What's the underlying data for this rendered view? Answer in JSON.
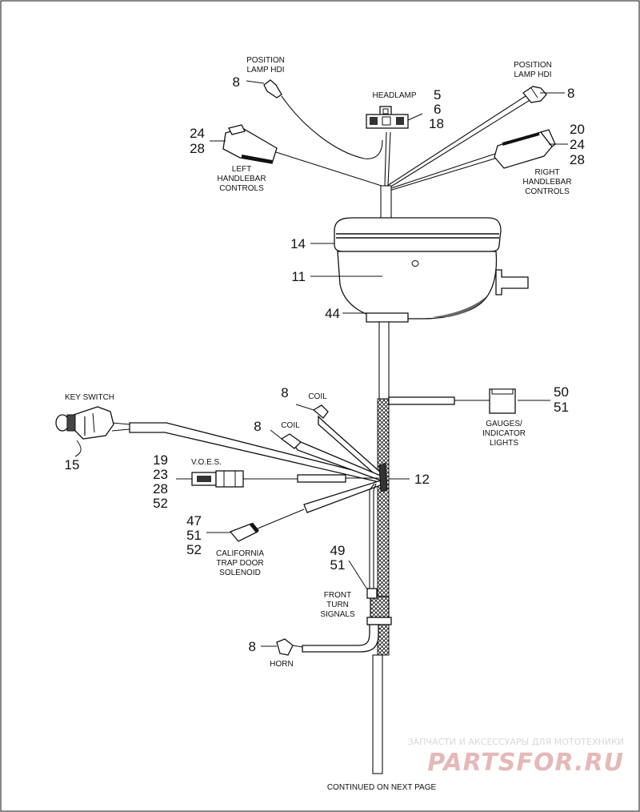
{
  "labels": {
    "position_lamp_left": [
      "POSITION",
      "LAMP HDI"
    ],
    "position_lamp_right": [
      "POSITION",
      "LAMP HDI"
    ],
    "headlamp": "HEADLAMP",
    "left_handlebar": [
      "LEFT",
      "HANDLEBAR",
      "CONTROLS"
    ],
    "right_handlebar": [
      "RIGHT",
      "HANDLEBAR",
      "CONTROLS"
    ],
    "key_switch": "KEY SWITCH",
    "coil_upper": "COIL",
    "coil_lower": "COIL",
    "voes": "V.O.E.S.",
    "gauges": [
      "GAUGES/",
      "INDICATOR",
      "LIGHTS"
    ],
    "california": [
      "CALIFORNIA",
      "TRAP DOOR",
      "SOLENOID"
    ],
    "front_turn": [
      "FRONT",
      "TURN",
      "SIGNALS"
    ],
    "horn": "HORN",
    "continued": "CONTINUED ON NEXT PAGE"
  },
  "callouts": {
    "pos_left": "8",
    "headlamp": [
      "5",
      "6",
      "18"
    ],
    "pos_right": "8",
    "left_handlebar": [
      "24",
      "28"
    ],
    "right_handlebar": [
      "20",
      "24",
      "28"
    ],
    "nacelle_top": "14",
    "nacelle_body": "11",
    "nacelle_bottom": "44",
    "coil_upper": "8",
    "coil_lower": "8",
    "gauges": [
      "50",
      "51"
    ],
    "key_switch": "15",
    "harness": "12",
    "voes": [
      "19",
      "23",
      "28",
      "52"
    ],
    "california": [
      "47",
      "51",
      "52"
    ],
    "front_turn": [
      "49",
      "51"
    ],
    "horn": "8"
  },
  "watermark": {
    "line1": "ЗАПЧАСТИ И АКСЕССУАРЫ ДЛЯ МОТОТЕХНИКИ",
    "line2": "PARTSFOR.RU"
  }
}
